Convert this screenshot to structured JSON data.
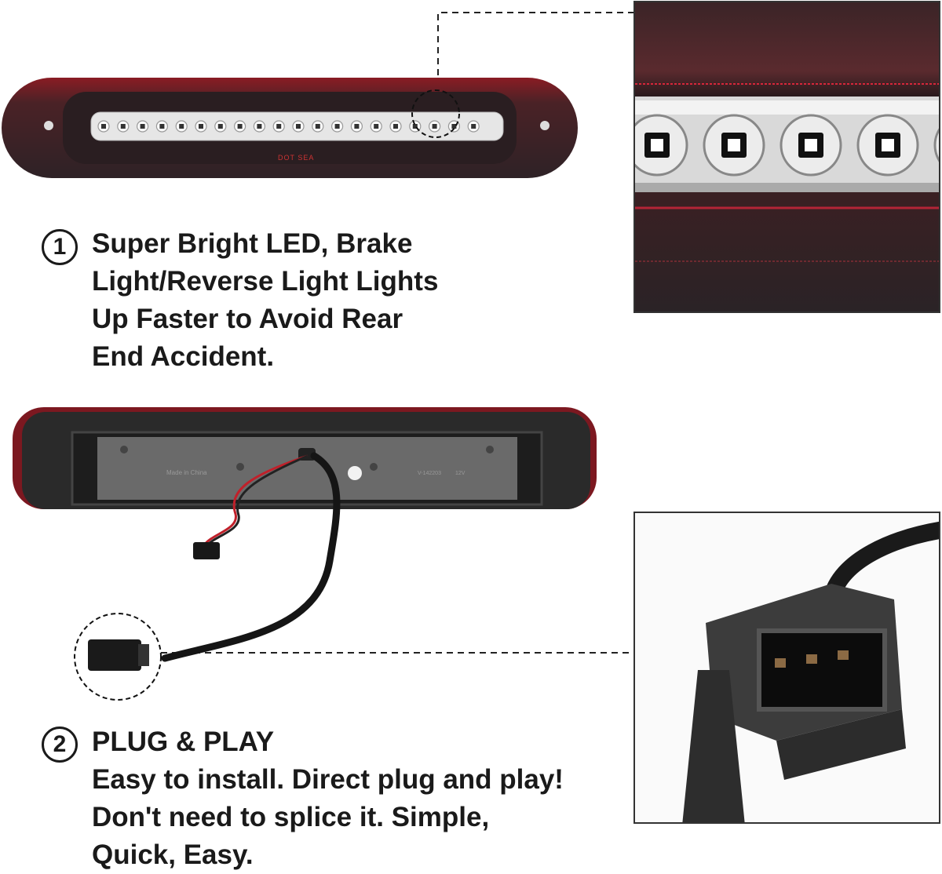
{
  "features": [
    {
      "number": "1",
      "lines": [
        "Super Bright LED, Brake",
        "Light/Reverse Light Lights",
        "Up Faster to Avoid Rear",
        "End Accident."
      ]
    },
    {
      "number": "2",
      "lines": [
        "PLUG & PLAY",
        "Easy to install. Direct plug and play!",
        "Don't need to splice it. Simple,",
        "Quick, Easy."
      ]
    }
  ],
  "product_markings": {
    "front": "DOT SEA",
    "back_left": "Made in China",
    "back_right_code": "V-142203",
    "back_right_volt": "12V"
  },
  "colors": {
    "lens_dark_red": "#3a1e22",
    "lens_red": "#8a1c24",
    "housing_black": "#1c1c1c",
    "led_white": "#f4f4f4",
    "text": "#1a1a1a"
  }
}
